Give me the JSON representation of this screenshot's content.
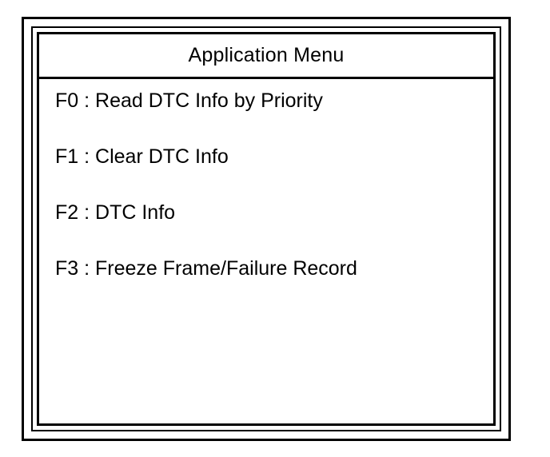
{
  "menu": {
    "title": "Application Menu",
    "separator": " : ",
    "items": [
      {
        "key": "F0",
        "label": "Read DTC Info by Priority"
      },
      {
        "key": "F1",
        "label": "Clear DTC Info"
      },
      {
        "key": "F2",
        "label": "DTC Info"
      },
      {
        "key": "F3",
        "label": "Freeze Frame/Failure Record"
      }
    ]
  }
}
